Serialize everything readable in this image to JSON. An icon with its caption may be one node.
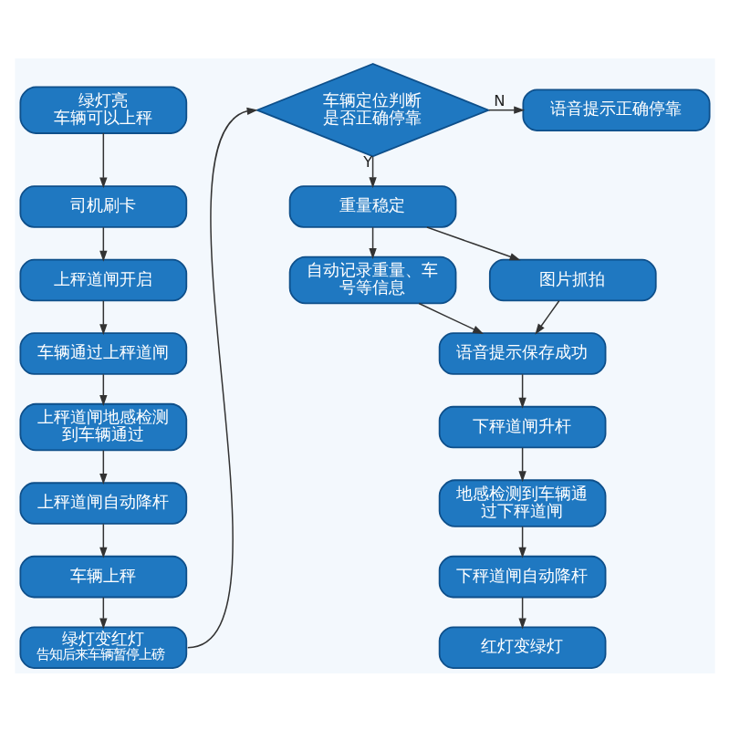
{
  "diagram": {
    "nodes": [
      {
        "text": [
          "绿灯亮车辆可以上秤"
        ]
      },
      {
        "text": [
          "司机刷卡"
        ]
      },
      {
        "text": [
          "上秤道闸开启"
        ]
      },
      {
        "text": [
          "车辆通过上秤道闸"
        ]
      },
      {
        "text": [
          "上秤道闸地感检测到车辆通过"
        ]
      },
      {
        "text": [
          "上秤道闸自动降杆"
        ]
      },
      {
        "text": [
          "车辆上秤"
        ]
      },
      {
        "text": [
          "绿灯变红灯",
          "告知后来车辆暂停上磅"
        ]
      },
      {
        "text": [
          "车辆定位判断是否正确停靠"
        ]
      },
      {
        "text": [
          "语音提示正确停靠"
        ]
      },
      {
        "text": [
          "重量稳定"
        ]
      },
      {
        "text": [
          "自动记录重量、车号等信息"
        ]
      },
      {
        "text": [
          "图片抓拍"
        ]
      },
      {
        "text": [
          "语音提示保存成功"
        ]
      },
      {
        "text": [
          "下秤道闸升杆"
        ]
      },
      {
        "text": [
          "地感检测到车辆通过下秤道闸"
        ]
      },
      {
        "text": [
          "下秤道闸自动降杆"
        ]
      },
      {
        "text": [
          "红灯变绿灯"
        ]
      }
    ],
    "edges": [
      {
        "from": 0,
        "to": 1,
        "arrow": "to"
      },
      {
        "from": 1,
        "to": 2,
        "arrow": "to"
      },
      {
        "from": 2,
        "to": 3,
        "arrow": "to"
      },
      {
        "from": 3,
        "to": 4,
        "arrow": "to"
      },
      {
        "from": 4,
        "to": 5,
        "arrow": "to"
      },
      {
        "from": 5,
        "to": 6,
        "arrow": "to"
      },
      {
        "from": 6,
        "to": 7,
        "arrow": "to"
      },
      {
        "from": 7,
        "to": 8,
        "arrow": "to"
      },
      {
        "from": 8,
        "to": 9,
        "label": "N",
        "arrow": "to"
      },
      {
        "from": 8,
        "to": 10,
        "label": "Y",
        "arrow": "to"
      },
      {
        "from": 10,
        "to": 11,
        "arrow": "to"
      },
      {
        "from": 10,
        "to": 12,
        "arrow": "to"
      },
      {
        "from": 11,
        "to": 13,
        "arrow": "to"
      },
      {
        "from": 12,
        "to": 13,
        "arrow": "to"
      },
      {
        "from": 13,
        "to": 14,
        "arrow": "to"
      },
      {
        "from": 14,
        "to": 15,
        "arrow": "to"
      },
      {
        "from": 15,
        "to": 16,
        "arrow": "to"
      },
      {
        "from": 16,
        "to": 17,
        "arrow": "to"
      }
    ]
  }
}
